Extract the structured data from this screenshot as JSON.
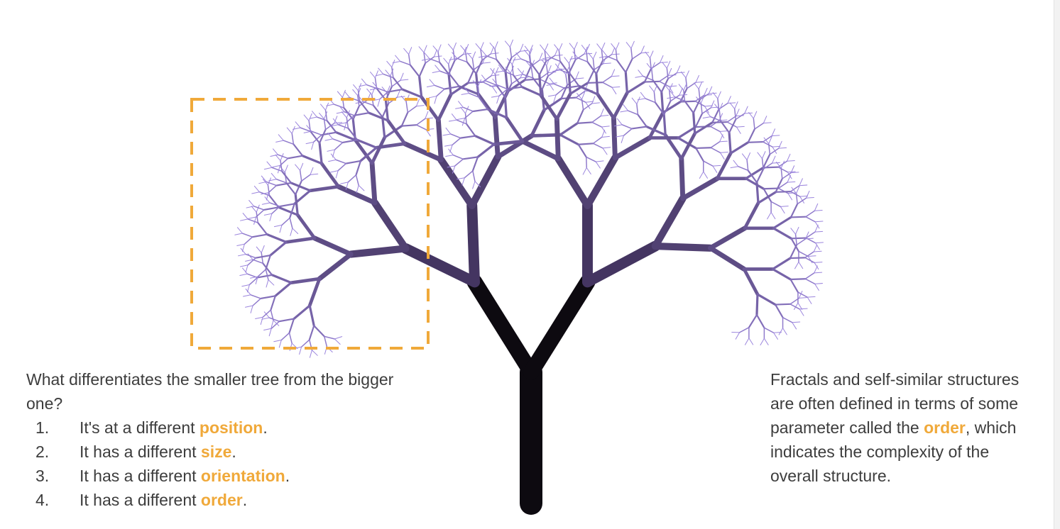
{
  "colors": {
    "highlight": "#f0a93a",
    "trunk": "#0d0a10",
    "branch_dark": "#2b1e3d",
    "branch_light": "#9c86dd",
    "text": "#3d3d3d"
  },
  "question": {
    "text": "What differentiates the smaller tree from the bigger one?",
    "items": [
      {
        "number": "1.",
        "prefix": "It's at a different ",
        "keyword": "position",
        "suffix": "."
      },
      {
        "number": "2.",
        "prefix": "It has a different ",
        "keyword": "size",
        "suffix": "."
      },
      {
        "number": "3.",
        "prefix": "It has a different ",
        "keyword": "orientation",
        "suffix": "."
      },
      {
        "number": "4.",
        "prefix": "It has a different ",
        "keyword": "order",
        "suffix": "."
      }
    ]
  },
  "explanation": {
    "before": "Fractals and self-similar structures are often defined in terms of some parameter called the ",
    "keyword": "order",
    "after": ", which indicates the complexity of the overall structure."
  },
  "figure": {
    "highlight_box_icon": "dashed-rectangle",
    "tree_icon": "fractal-tree"
  }
}
